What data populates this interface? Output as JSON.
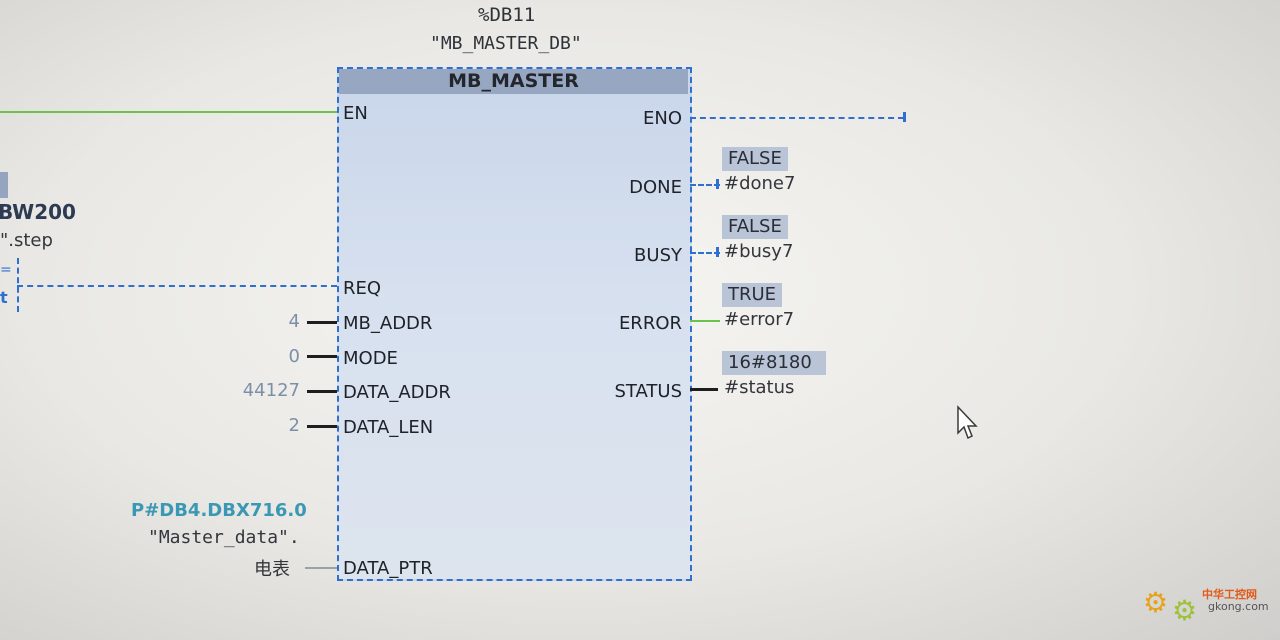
{
  "block": {
    "instance_db": "%DB11",
    "instance_name": "\"MB_MASTER_DB\"",
    "title": "MB_MASTER"
  },
  "inputs": {
    "en": "EN",
    "req": "REQ",
    "mb_addr": "MB_ADDR",
    "mode": "MODE",
    "data_addr": "DATA_ADDR",
    "data_len": "DATA_LEN",
    "data_ptr": "DATA_PTR"
  },
  "outputs": {
    "eno": "ENO",
    "done": "DONE",
    "busy": "BUSY",
    "error": "ERROR",
    "status": "STATUS"
  },
  "constants": {
    "mb_addr": "4",
    "mode": "0",
    "data_addr": "44127",
    "data_len": "2"
  },
  "data_ptr": {
    "address": "P#DB4.DBX716.0",
    "db": "\"Master_data\".",
    "member": "电表"
  },
  "output_values": {
    "done_value": "FALSE",
    "done_var": "#done7",
    "busy_value": "FALSE",
    "busy_var": "#busy7",
    "error_value": "TRUE",
    "error_var": "#error7",
    "status_value": "16#8180",
    "status_var": "#status"
  },
  "left_partial": {
    "address": "BW200",
    "member": "\".step",
    "compare": "=",
    "t": "t"
  },
  "watermark": {
    "site_cn": "中华工控网",
    "site": "gkong.com"
  },
  "colors": {
    "block_border": "#2f6fd0",
    "block_header": "#97a7c2",
    "power_flow": "#6cc24a",
    "value_box": "#b9c4d6",
    "pointer_text": "#3a98b4"
  }
}
